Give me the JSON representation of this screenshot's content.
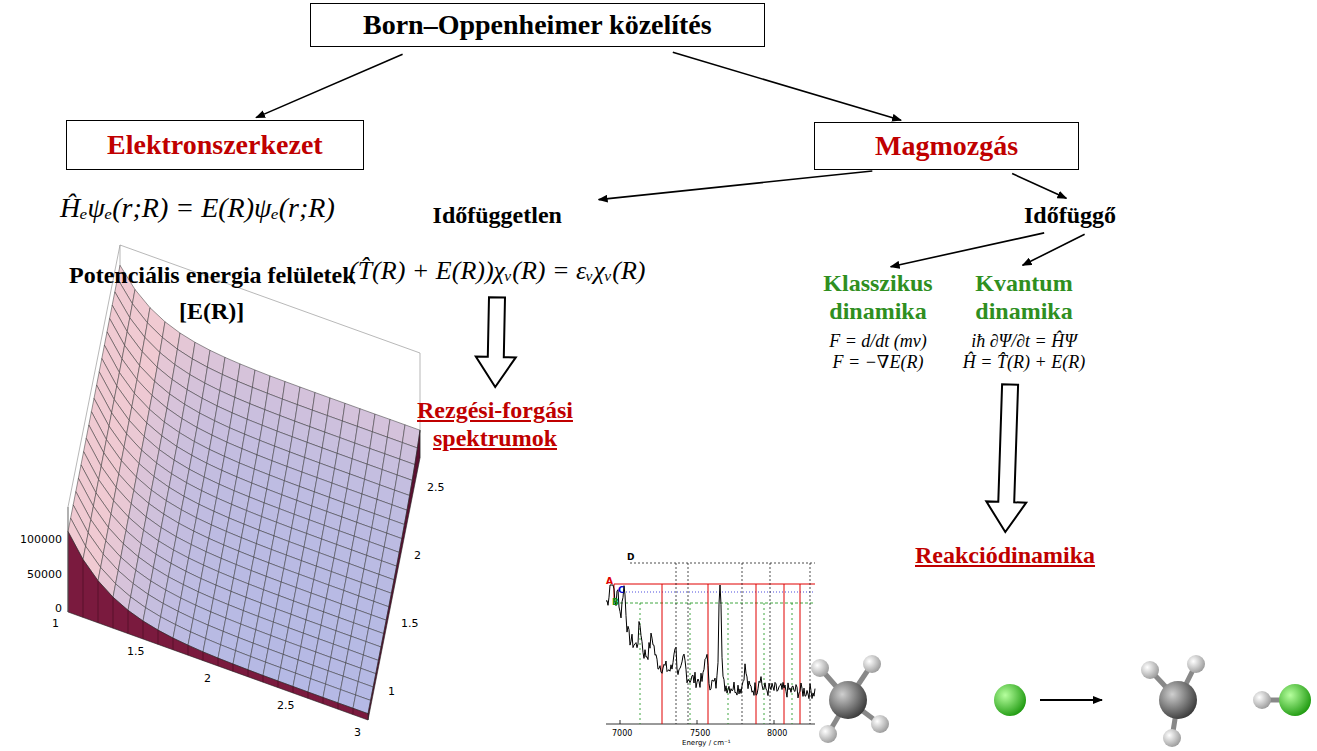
{
  "diagram": {
    "nodes": [
      {
        "text": [
          "Born–Oppenheimer közelítés"
        ]
      },
      {
        "text": [
          "Elektronszerkezet"
        ]
      },
      {
        "text": [
          "Magmozgás"
        ]
      },
      {
        "text": [
          "Időfüggetlen",
          "(T̂(R) + E(R))χᵥ(R) = εᵥχᵥ(R)"
        ]
      },
      {
        "text": [
          "Időfüggő"
        ]
      },
      {
        "text": [
          "Klasszikus dinamika",
          "F = d/dt (mv)",
          "F = −∇E(R)"
        ]
      },
      {
        "text": [
          "Kvantum dinamika",
          "iħ ∂Ψ/∂t = ĤΨ",
          "Ĥ = T̂(R) + E(R)"
        ]
      },
      {
        "text": [
          "Rezgési-forgási spektrumok"
        ]
      },
      {
        "text": [
          "Reakciódinamika"
        ]
      }
    ],
    "edges": [
      {
        "from": 0,
        "to": 1,
        "arrow": "to"
      },
      {
        "from": 0,
        "to": 2,
        "arrow": "to"
      },
      {
        "from": 2,
        "to": 3,
        "arrow": "to"
      },
      {
        "from": 2,
        "to": 4,
        "arrow": "to"
      },
      {
        "from": 4,
        "to": 5,
        "arrow": "to"
      },
      {
        "from": 4,
        "to": 6,
        "arrow": "to"
      },
      {
        "from": 3,
        "to": 7,
        "arrow": "to"
      },
      {
        "from": 6,
        "to": 8,
        "arrow": "to"
      }
    ],
    "labels": [
      "Ĥₑψₑ(r;R) = E(R)ψₑ(r;R)",
      "Potenciális energia felületek",
      "[E(R)]",
      "100000",
      "50000",
      "0",
      "1",
      "1.5",
      "2",
      "2.5",
      "3",
      "1",
      "1.5",
      "2",
      "2.5",
      "D",
      "A",
      "C",
      "B",
      "7000",
      "7500",
      "8000",
      "Energy / cm⁻¹"
    ]
  }
}
